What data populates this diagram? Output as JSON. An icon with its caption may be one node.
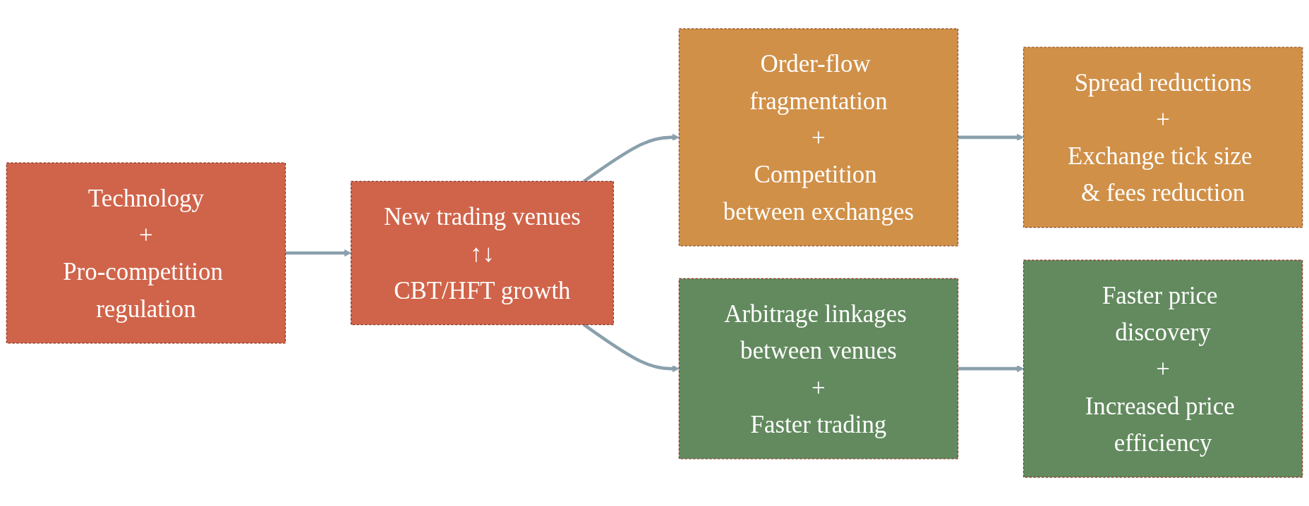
{
  "diagram": {
    "nodes": [
      {
        "text": [
          "Technology",
          "+",
          "Pro-competition regulation"
        ]
      },
      {
        "text": [
          "New trading venues",
          "↑↓",
          "CBT/HFT growth"
        ]
      },
      {
        "text": [
          "Order-flow fragmentation",
          "+",
          "Competition between exchanges"
        ]
      },
      {
        "text": [
          "Spread reductions",
          "+",
          "Exchange tick size & fees reduction"
        ]
      },
      {
        "text": [
          "Arbitrage linkages between venues",
          "+",
          "Faster trading"
        ]
      },
      {
        "text": [
          "Faster price discovery",
          "+",
          "Increased price efficiency"
        ]
      }
    ],
    "edges": [
      {
        "from": 0,
        "to": 1,
        "arrow": "to"
      },
      {
        "from": 1,
        "to": 2,
        "arrow": "to"
      },
      {
        "from": 1,
        "to": 4,
        "arrow": "to"
      },
      {
        "from": 2,
        "to": 3,
        "arrow": "to"
      },
      {
        "from": 4,
        "to": 5,
        "arrow": "to"
      }
    ]
  }
}
